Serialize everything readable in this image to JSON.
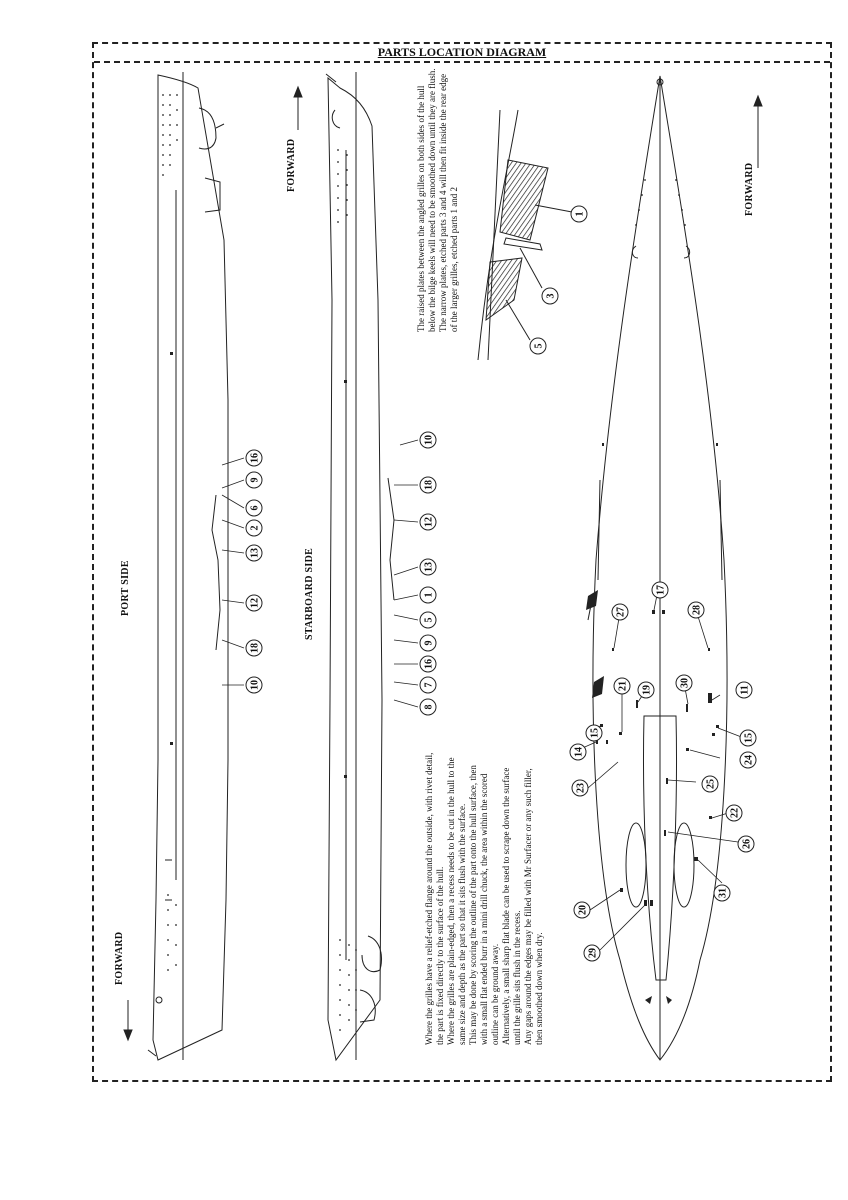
{
  "title": "PARTS LOCATION DIAGRAM",
  "views": {
    "port_side": "PORT SIDE",
    "starboard_side": "STARBOARD SIDE",
    "forward": "FORWARD"
  },
  "notes": {
    "keel_grilles": "The raised plates between the angled grilles on both sides of the hull below the bilge keels will need to be smoothed down until they are flush. The narrow plates, etched parts 3 and 4 will then fit inside the rear edge of the larger grilles, etched parts 1 and 2",
    "fitting_1": "Where the grilles have a relief-etched flange around the outside, with rivet detail, the part is fixed directly to the surface of the hull.",
    "fitting_2": "Where the grilles are plain-edged, then a recess needs to be cut in the hull to the same size and depth as the part so that it sits flush with the surface.",
    "fitting_3": "This may be done by scoring the outline of the part onto the hull surface, then with a small flat ended burr in a mini drill chuck, the area within the scored outline can be ground away.",
    "fitting_4": "Alternatively, a small sharp flat blade can be used to scrape down the surface until the grille sits flush in the recess.",
    "fitting_5": "Any gaps around the edges may be filled with Mr Surfacer or any such filler, then smoothed down when dry."
  },
  "callouts": {
    "port": [
      "10",
      "18",
      "12",
      "13",
      "2",
      "6",
      "9",
      "16"
    ],
    "starboard": [
      "8",
      "7",
      "16",
      "9",
      "5",
      "1",
      "13",
      "12",
      "18",
      "10"
    ],
    "detail": [
      "1",
      "3",
      "5"
    ],
    "bottom": [
      "27",
      "17",
      "28",
      "21",
      "19",
      "30",
      "11",
      "15",
      "14",
      "15",
      "23",
      "24",
      "25",
      "22",
      "26",
      "31",
      "20",
      "29"
    ]
  }
}
